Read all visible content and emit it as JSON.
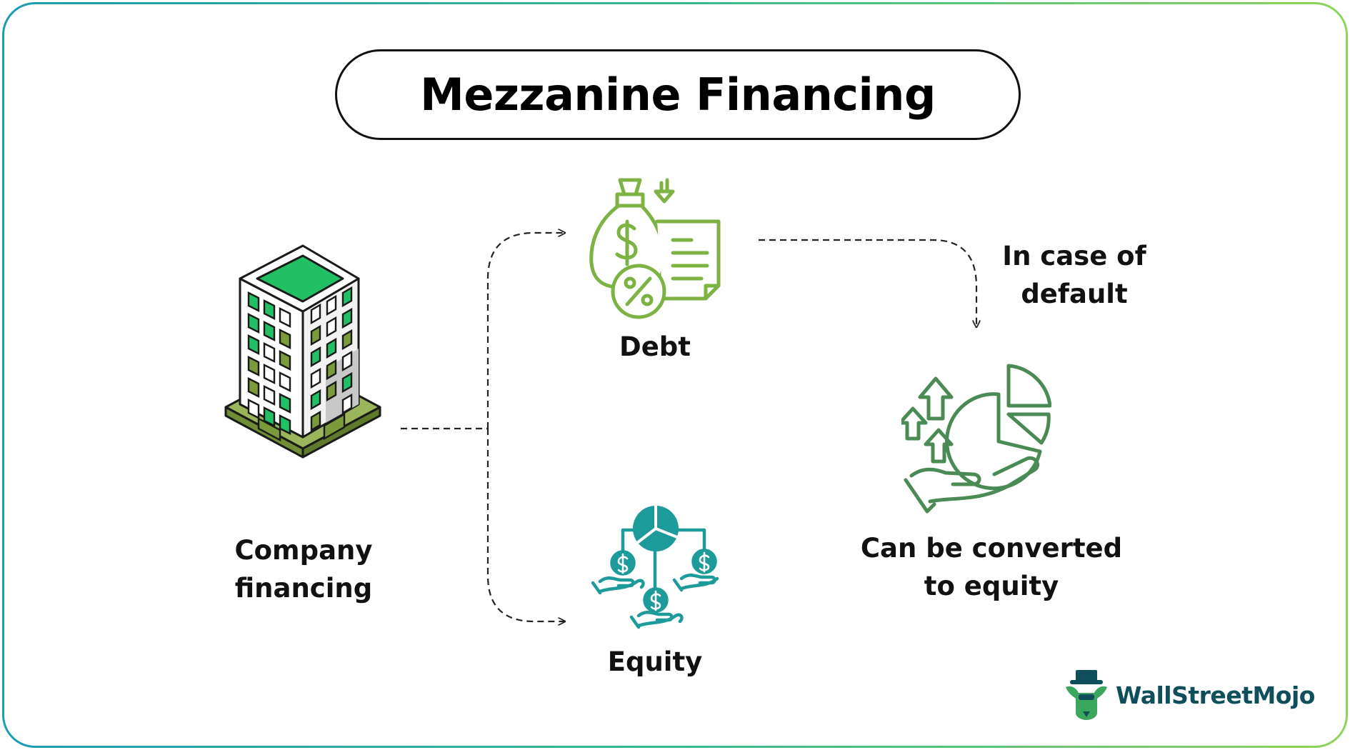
{
  "title": "Mezzanine Financing",
  "nodes": {
    "company": {
      "line1": "Company",
      "line2": "financing"
    },
    "debt": {
      "label": "Debt"
    },
    "equity": {
      "label": "Equity"
    },
    "convert": {
      "line1": "Can be converted",
      "line2": "to equity"
    }
  },
  "edge_label": {
    "line1": "In case of",
    "line2": "default"
  },
  "brand": {
    "name": "WallStreetMojo"
  },
  "icons": {
    "company": "office-building-icon",
    "debt": "money-bag-invoice-percent-icon",
    "equity": "pie-chart-hands-icon",
    "convert": "pie-chart-hand-arrows-icon",
    "brand": "wsm-mascot-icon"
  },
  "colors": {
    "frame_gradient_start": "#1b9bb4",
    "frame_gradient_end": "#8fd35a",
    "building_green": "#22c064",
    "building_olive": "#7b9a3a",
    "debt_green": "#7cb342",
    "equity_teal": "#1d9a9a",
    "convert_green": "#4a8a55",
    "brand_text": "#0f4f5c"
  }
}
